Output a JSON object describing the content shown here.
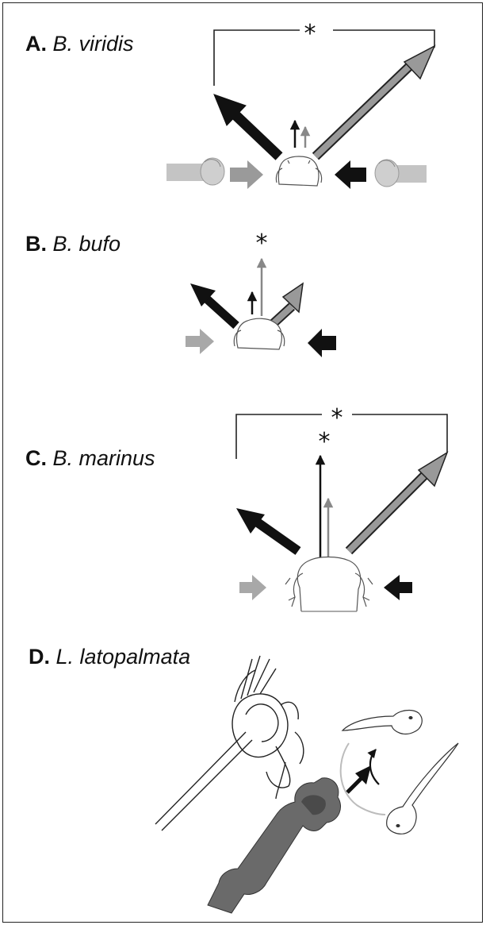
{
  "panels": [
    {
      "letter": "A.",
      "species": "B. viridis"
    },
    {
      "letter": "B.",
      "species": "B. bufo"
    },
    {
      "letter": "C.",
      "species": "B. marinus"
    },
    {
      "letter": "D.",
      "species": "L. latopalmata"
    }
  ],
  "significance_marker": "*",
  "colors": {
    "black_arrow": "#111111",
    "gray_arrow": "#8e8e8e",
    "light_arrow": "#b5b5b5"
  },
  "icons": [
    "toad-outline-icon",
    "stimulus-probe-icon",
    "tadpole-icon",
    "arrow-icon"
  ]
}
